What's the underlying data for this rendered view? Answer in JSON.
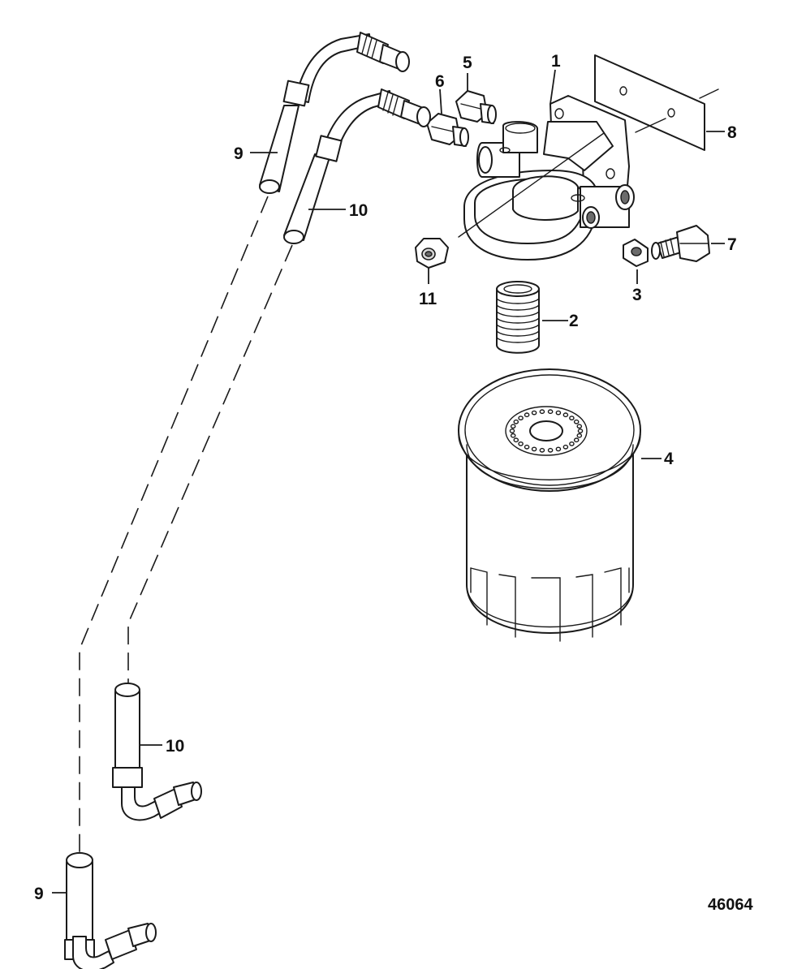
{
  "figure_number": "46064",
  "callouts": [
    {
      "id": "c1",
      "text": "1"
    },
    {
      "id": "c2",
      "text": "2"
    },
    {
      "id": "c3",
      "text": "3"
    },
    {
      "id": "c4",
      "text": "4"
    },
    {
      "id": "c5",
      "text": "5"
    },
    {
      "id": "c6",
      "text": "6"
    },
    {
      "id": "c7",
      "text": "7"
    },
    {
      "id": "c8",
      "text": "8"
    },
    {
      "id": "c9a",
      "text": "9"
    },
    {
      "id": "c10a",
      "text": "10"
    },
    {
      "id": "c11",
      "text": "11"
    },
    {
      "id": "c10b",
      "text": "10"
    },
    {
      "id": "c9b",
      "text": "9"
    }
  ]
}
